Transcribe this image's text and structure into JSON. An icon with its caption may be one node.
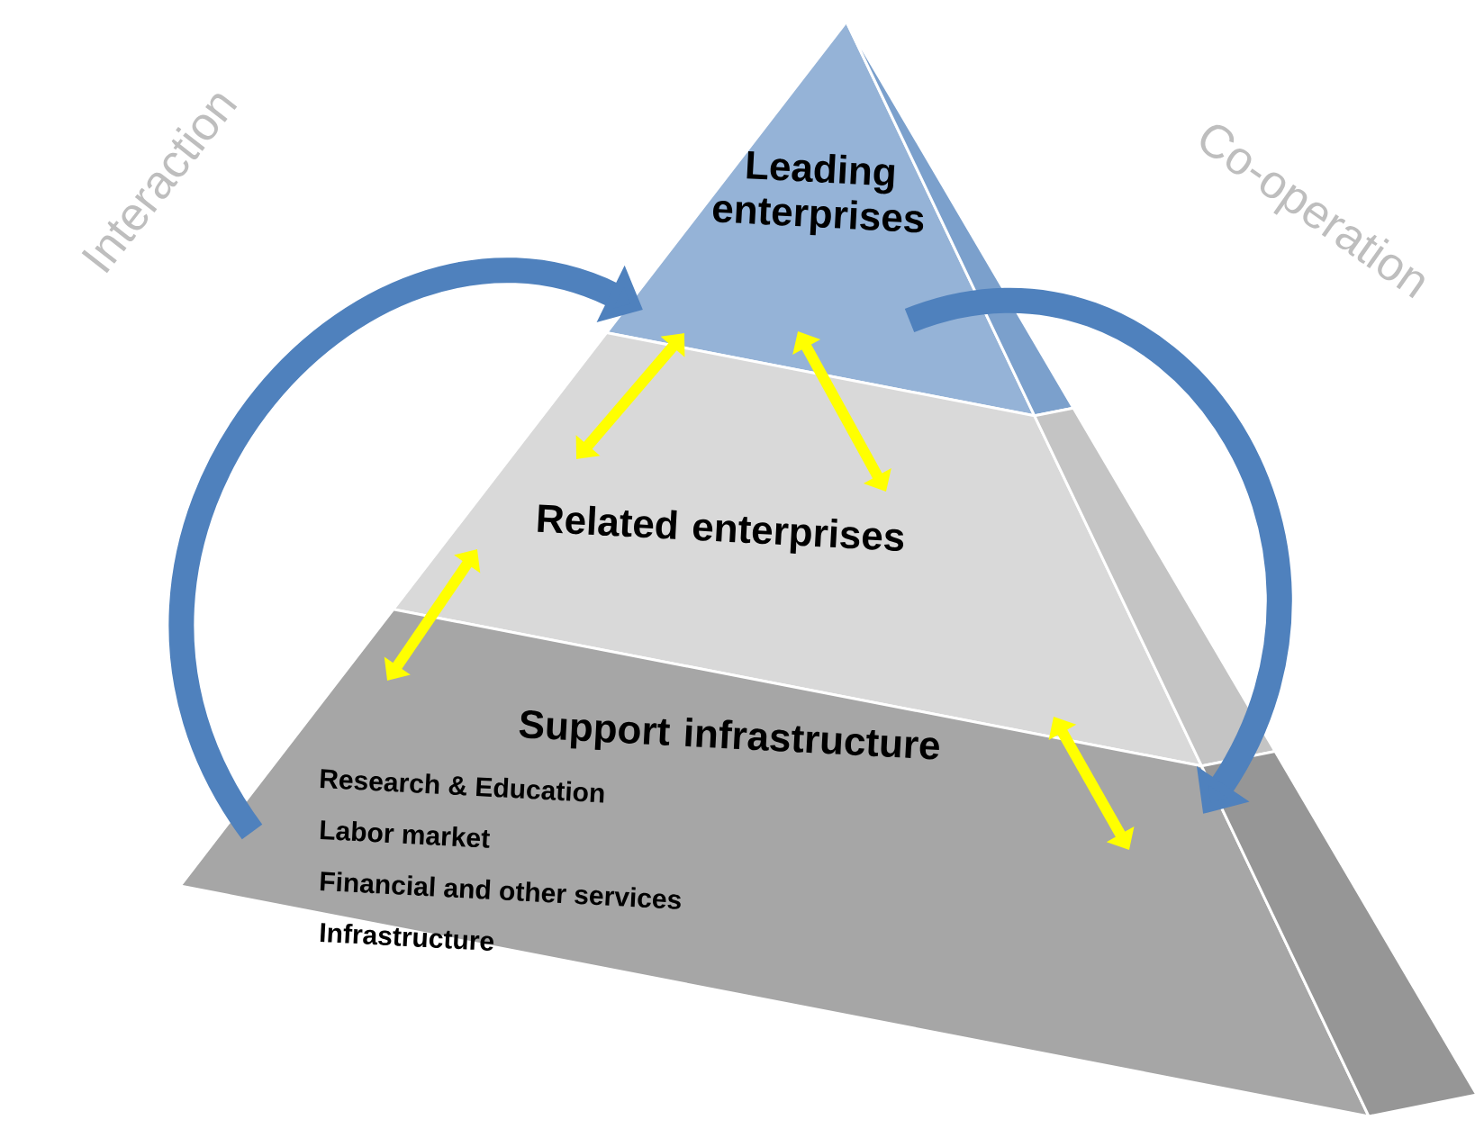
{
  "diagram": {
    "nodes": [
      {
        "text": [
          "Leading enterprises"
        ]
      },
      {
        "text": [
          "Related enterprises"
        ]
      },
      {
        "text": [
          "Support infrastructure",
          "Research & Education",
          "Labor market",
          "Financial and other services",
          "Infrastructure"
        ]
      }
    ],
    "edges": [
      {
        "from": 0,
        "to": 1,
        "arrow": "both"
      },
      {
        "from": 0,
        "to": 1,
        "arrow": "both"
      },
      {
        "from": 1,
        "to": 2,
        "arrow": "both"
      },
      {
        "from": 1,
        "to": 2,
        "arrow": "both"
      },
      {
        "from": 2,
        "to": 0,
        "arrow": "to",
        "label": "Interaction",
        "style": "thick",
        "color": "#4f81bd"
      },
      {
        "from": 0,
        "to": 2,
        "arrow": "to",
        "label": "Co-operation",
        "style": "thick",
        "color": "#4f81bd"
      }
    ]
  }
}
